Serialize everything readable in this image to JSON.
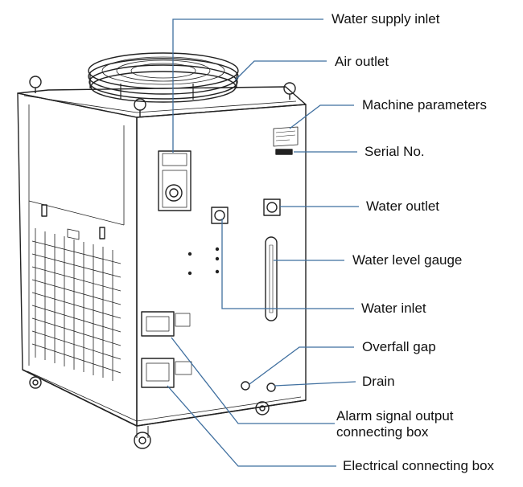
{
  "figure": {
    "accent_line_color": "#3f6f9f",
    "outline_color": "#222222"
  },
  "callouts": [
    {
      "id": "water-supply-inlet",
      "text": "Water supply inlet"
    },
    {
      "id": "air-outlet",
      "text": "Air outlet"
    },
    {
      "id": "machine-parameters",
      "text": "Machine parameters"
    },
    {
      "id": "serial-no",
      "text": "Serial No."
    },
    {
      "id": "water-outlet",
      "text": "Water outlet"
    },
    {
      "id": "water-level-gauge",
      "text": "Water level gauge"
    },
    {
      "id": "water-inlet",
      "text": "Water inlet"
    },
    {
      "id": "overfall-gap",
      "text": "Overfall gap"
    },
    {
      "id": "drain",
      "text": "Drain"
    },
    {
      "id": "alarm-signal-output",
      "text": "Alarm signal output",
      "text2": "connecting box"
    },
    {
      "id": "electrical-connecting-box",
      "text": "Electrical connecting box"
    }
  ]
}
